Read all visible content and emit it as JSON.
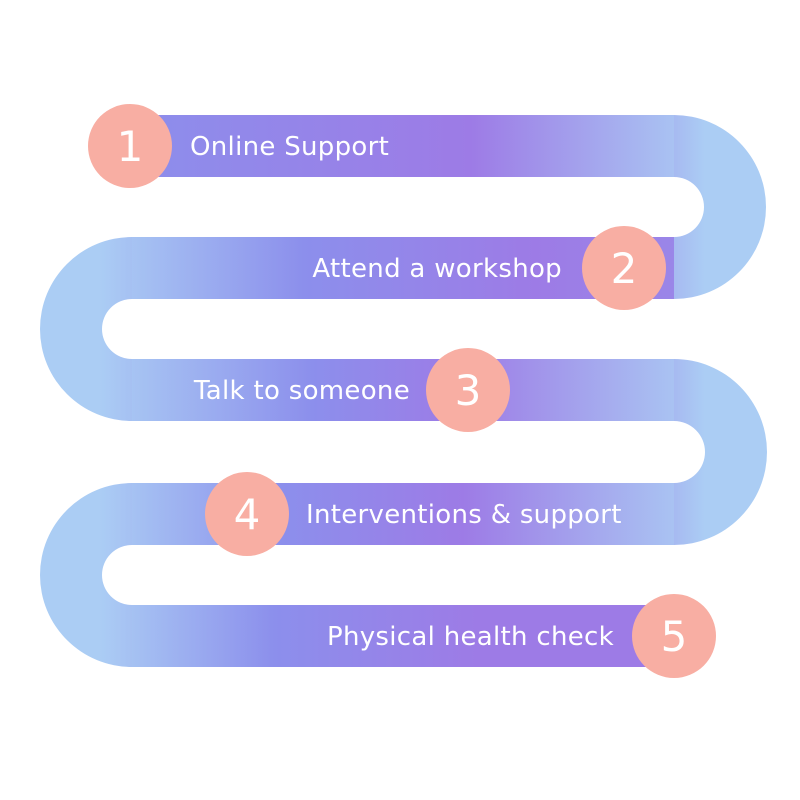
{
  "colors": {
    "path_light": "#abcdf4",
    "path_mid": "#8c8fec",
    "path_deep": "#9d7be6",
    "badge": "#f8aea3",
    "text": "#ffffff",
    "background": "#ffffff"
  },
  "steps": [
    {
      "number": "1",
      "label": "Online Support"
    },
    {
      "number": "2",
      "label": "Attend a workshop"
    },
    {
      "number": "3",
      "label": "Talk to someone"
    },
    {
      "number": "4",
      "label": "Interventions & support"
    },
    {
      "number": "5",
      "label": "Physical health check"
    }
  ]
}
